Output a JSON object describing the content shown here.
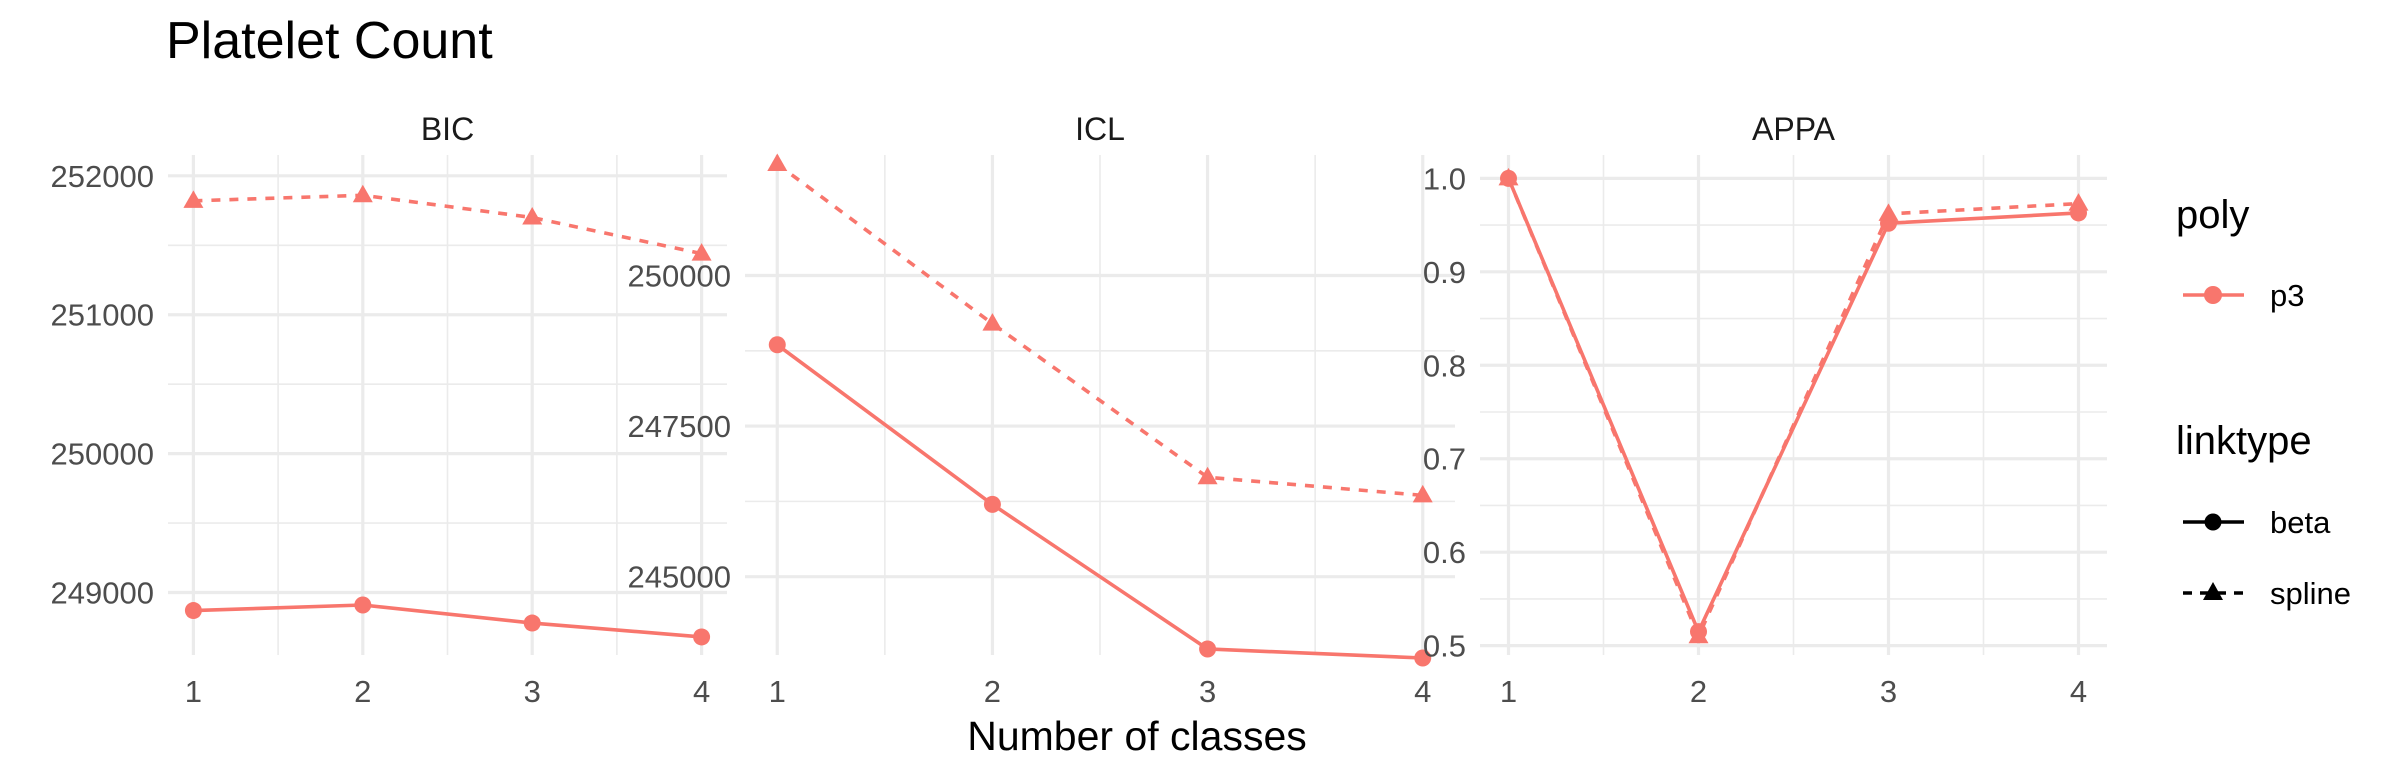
{
  "chart_data": {
    "type": "line",
    "title": "Platelet Count",
    "xlabel": "Number of classes",
    "ylabel": "",
    "x": [
      1,
      2,
      3,
      4
    ],
    "colors": {
      "p3": "#F8766D"
    },
    "legend": {
      "placement": "right",
      "poly": {
        "title": "poly",
        "items": [
          {
            "label": "p3",
            "color": "#F8766D"
          }
        ]
      },
      "linktype": {
        "title": "linktype",
        "items": [
          {
            "label": "beta",
            "linestyle": "solid",
            "shape": "circle"
          },
          {
            "label": "spline",
            "linestyle": "dashed",
            "shape": "triangle"
          }
        ]
      }
    },
    "panels": [
      {
        "label": "BIC",
        "ylim": [
          248550,
          252150
        ],
        "y_ticks": [
          249000,
          250000,
          251000,
          252000
        ],
        "y_tick_labels": [
          "249000",
          "250000",
          "251000",
          "252000"
        ],
        "series": [
          {
            "poly": "p3",
            "linktype": "beta",
            "values": [
              248870,
              248910,
              248780,
              248680
            ]
          },
          {
            "poly": "p3",
            "linktype": "spline",
            "values": [
              251820,
              251860,
              251700,
              251440
            ]
          }
        ]
      },
      {
        "label": "ICL",
        "ylim": [
          243700,
          252000
        ],
        "y_ticks": [
          245000,
          247500,
          250000
        ],
        "y_tick_labels": [
          "245000",
          "247500",
          "250000"
        ],
        "series": [
          {
            "poly": "p3",
            "linktype": "beta",
            "values": [
              248850,
              246200,
              243800,
              243650
            ]
          },
          {
            "poly": "p3",
            "linktype": "spline",
            "values": [
              251850,
              249200,
              246650,
              246350
            ]
          }
        ]
      },
      {
        "label": "APPA",
        "ylim": [
          0.49,
          1.025
        ],
        "y_ticks": [
          0.5,
          0.6,
          0.7,
          0.8,
          0.9,
          1.0
        ],
        "y_tick_labels": [
          "0.5",
          "0.6",
          "0.7",
          "0.8",
          "0.9",
          "1.0"
        ],
        "series": [
          {
            "poly": "p3",
            "linktype": "beta",
            "values": [
              1.0,
              0.515,
              0.952,
              0.963
            ]
          },
          {
            "poly": "p3",
            "linktype": "spline",
            "values": [
              1.0,
              0.51,
              0.962,
              0.973
            ]
          }
        ]
      }
    ]
  }
}
